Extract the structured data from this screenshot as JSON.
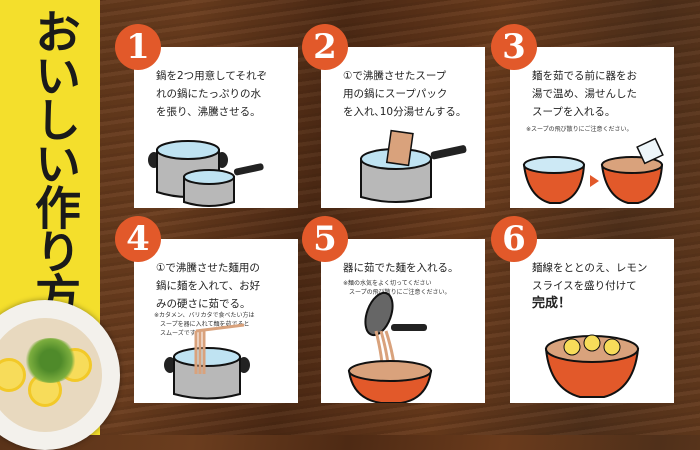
{
  "title": "おいしい作り方",
  "colors": {
    "accent": "#e2592a",
    "strip": "#f4df2c"
  },
  "steps": [
    {
      "number": "1",
      "text": "鍋を2つ用意してそれぞ\nれの鍋にたっぷりの水\nを張り、沸騰させる。"
    },
    {
      "number": "2",
      "text": "①で沸騰させたスープ\n用の鍋にスープパック\nを入れ､10分湯せんする。"
    },
    {
      "number": "3",
      "text": "麺を茹でる前に器をお\n湯で温め、湯せんした\nスープを入れる。",
      "note": "※スープの飛び散りにご注意ください。"
    },
    {
      "number": "4",
      "text": "①で沸騰させた麺用の\n鍋に麺を入れて、お好\nみの硬さに茹でる。",
      "note": "※カタメン、バリカタで食べたい方は\n　スープを器に入れて麺を茹でると\n　スムーズです。"
    },
    {
      "number": "5",
      "text": "器に茹でた麺を入れる。",
      "note": "※麺の水気をよく切ってください\n　スープの飛び散りにご注意ください。"
    },
    {
      "number": "6",
      "text": "麺線をととのえ、レモン\nスライスを盛り付けて",
      "emphasis": "完成！"
    }
  ]
}
